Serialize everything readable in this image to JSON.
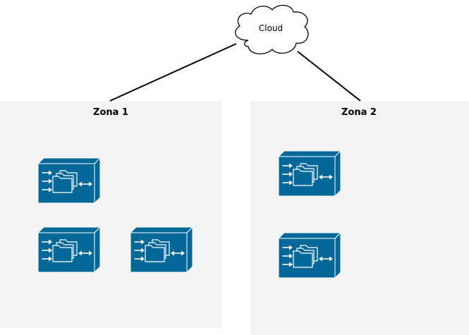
{
  "cloud": {
    "label": "Cloud",
    "icon": "cloud-icon"
  },
  "zones": [
    {
      "title": "Zona 1",
      "device_count": 3
    },
    {
      "title": "Zona 2",
      "device_count": 2
    }
  ],
  "devices": [
    {
      "zone": "Zona 1",
      "icon": "file-server-icon"
    },
    {
      "zone": "Zona 1",
      "icon": "file-server-icon"
    },
    {
      "zone": "Zona 1",
      "icon": "file-server-icon"
    },
    {
      "zone": "Zona 2",
      "icon": "file-server-icon"
    },
    {
      "zone": "Zona 2",
      "icon": "file-server-icon"
    }
  ],
  "links": [
    {
      "from": "Cloud",
      "to": "Zona 1"
    },
    {
      "from": "Cloud",
      "to": "Zona 2"
    }
  ],
  "colors": {
    "zone_background": "#f4f4f4",
    "device": "#036897",
    "device_glyph": "#ffffff",
    "link": "#000000"
  }
}
